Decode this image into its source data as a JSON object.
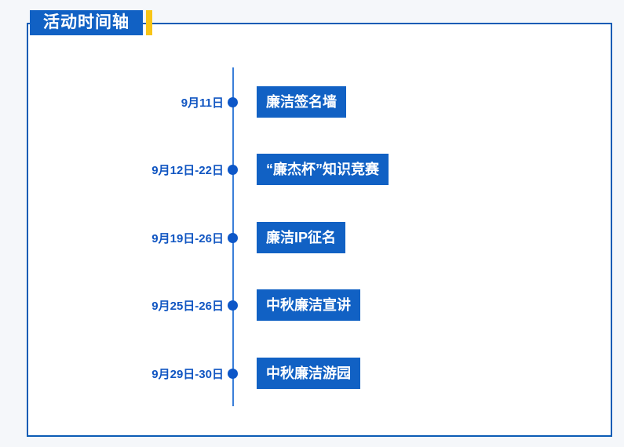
{
  "header": {
    "title": "活动时间轴"
  },
  "colors": {
    "page_bg": "#f5f7fa",
    "border_blue": "#0b5cb5",
    "primary_blue": "#1161c4",
    "accent_yellow": "#f8c517",
    "line_blue": "#3a7fd9",
    "dot_blue": "#0d57c8",
    "date_blue": "#1156c2"
  },
  "timeline": {
    "items": [
      {
        "date": "9月11日",
        "label": "廉洁签名墙"
      },
      {
        "date": "9月12日-22日",
        "label": "“廉杰杯”知识竞赛"
      },
      {
        "date": "9月19日-26日",
        "label": "廉洁IP征名"
      },
      {
        "date": "9月25日-26日",
        "label": "中秋廉洁宣讲"
      },
      {
        "date": "9月29日-30日",
        "label": "中秋廉洁游园"
      }
    ]
  }
}
